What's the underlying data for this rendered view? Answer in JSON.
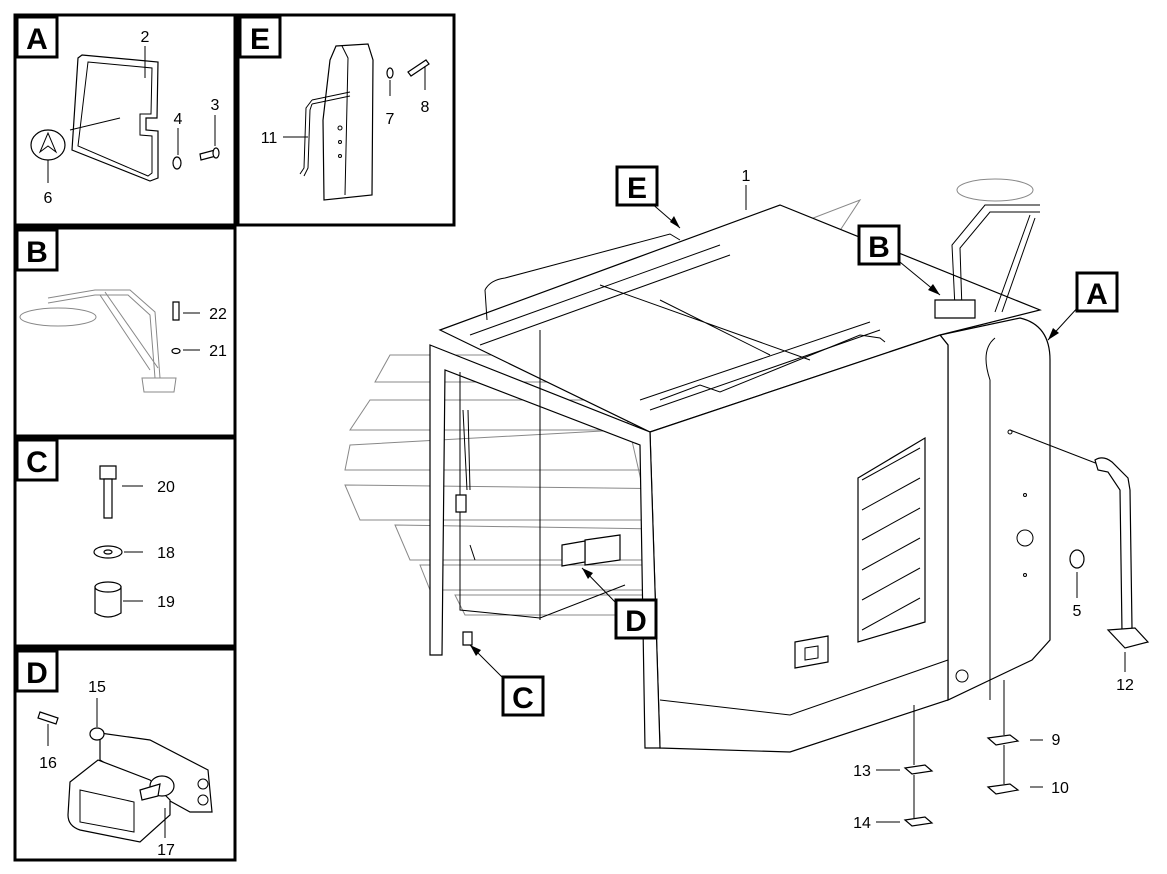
{
  "detail_tags": {
    "A": "A",
    "B": "B",
    "C": "C",
    "D": "D",
    "E": "E"
  },
  "main_tags": {
    "E": "E",
    "B": "B",
    "A": "A",
    "D": "D",
    "C": "C"
  },
  "callouts": {
    "p1": "1",
    "p2": "2",
    "p3": "3",
    "p4": "4",
    "p5": "5",
    "p6": "6",
    "p7": "7",
    "p8": "8",
    "p9": "9",
    "p10": "10",
    "p11": "11",
    "p12": "12",
    "p13": "13",
    "p14": "14",
    "p15": "15",
    "p16": "16",
    "p17": "17",
    "p18": "18",
    "p19": "19",
    "p20": "20",
    "p21": "21",
    "p22": "22"
  }
}
